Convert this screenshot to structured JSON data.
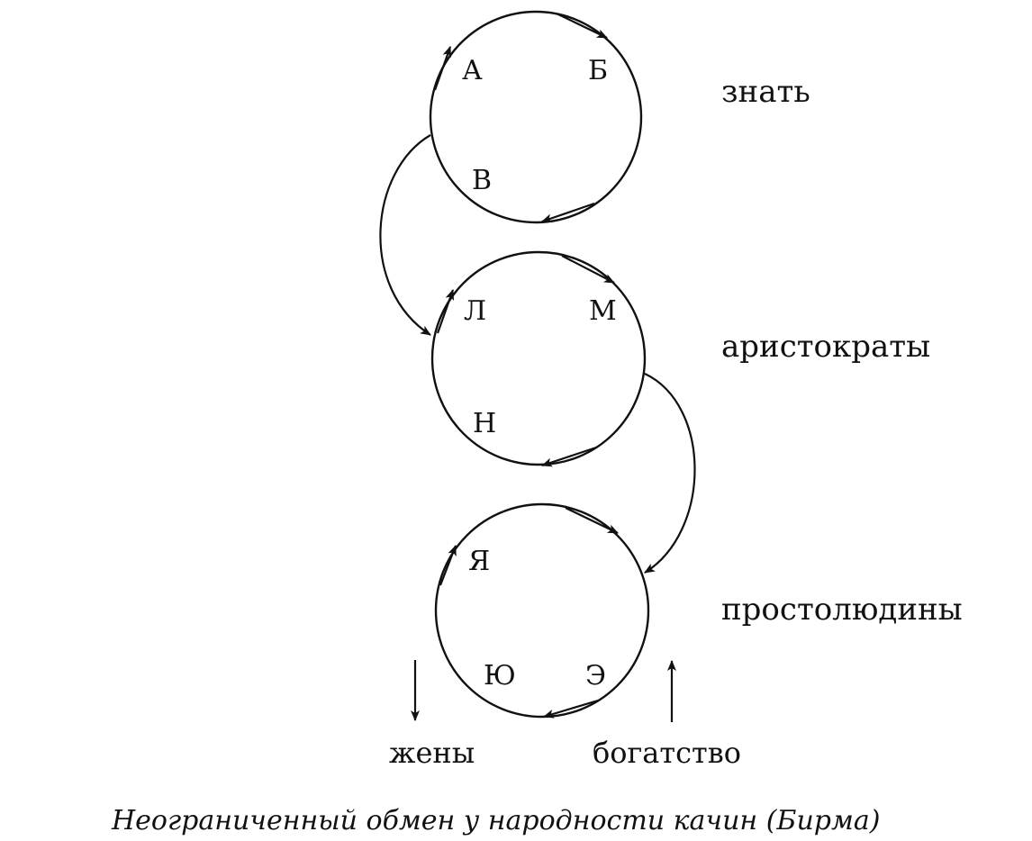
{
  "nodes": {
    "top": {
      "a": "А",
      "b": "Б",
      "c": "В"
    },
    "middle": {
      "a": "Л",
      "b": "М",
      "c": "Н"
    },
    "bottom": {
      "a": "Я",
      "b": "Ю",
      "c": "Э"
    }
  },
  "levels": {
    "top": "знать",
    "middle": "аристократы",
    "bottom": "простолюдины"
  },
  "legend": {
    "wives": "жены",
    "wealth": "богатство"
  },
  "caption": "Неограниченный обмен у народности качин (Бирма)"
}
